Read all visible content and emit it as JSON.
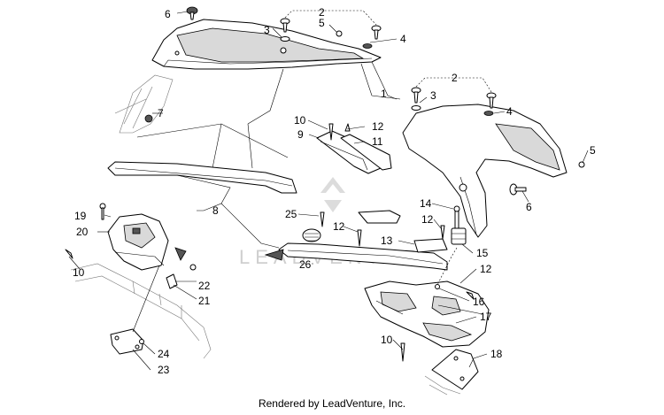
{
  "callouts": [
    "1",
    "2",
    "3",
    "4",
    "5",
    "6",
    "7",
    "8",
    "9",
    "10",
    "11",
    "12",
    "13",
    "14",
    "15",
    "16",
    "17",
    "18",
    "19",
    "20",
    "21",
    "22",
    "23",
    "24",
    "25",
    "26"
  ],
  "watermark": "LEADVENTURE",
  "footer": "Rendered by LeadVenture, Inc."
}
